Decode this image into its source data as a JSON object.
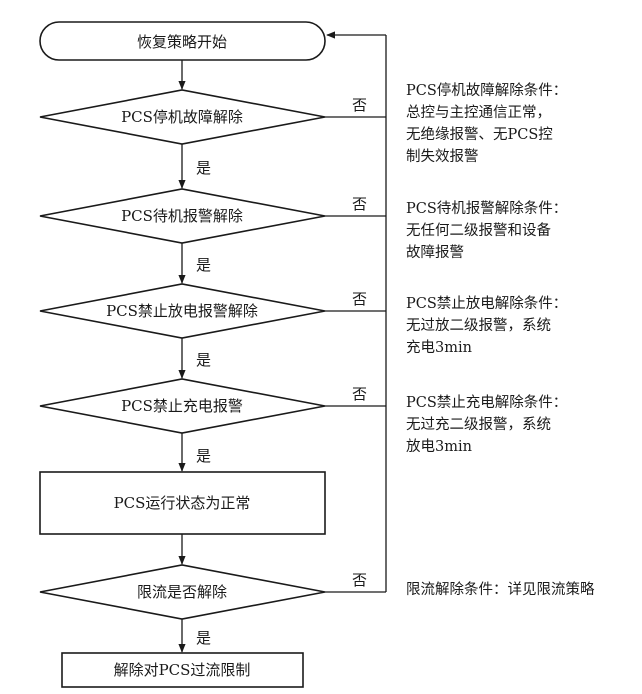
{
  "nodes": {
    "start": "恢复策略开始",
    "d1": "PCS停机故障解除",
    "d2": "PCS待机报警解除",
    "d3": "PCS禁止放电报警解除",
    "d4": "PCS禁止充电报警",
    "p1": "PCS运行状态为正常",
    "d5": "限流是否解除",
    "end": "解除对PCS过流限制"
  },
  "edges": {
    "yes": "是",
    "no": "否"
  },
  "notes": {
    "n1": [
      "PCS停机故障解除条件：",
      "总控与主控通信正常，",
      "无绝缘报警、无PCS控",
      "制失效报警"
    ],
    "n2": [
      "PCS待机报警解除条件：",
      "无任何二级报警和设备",
      "故障报警"
    ],
    "n3": [
      "PCS禁止放电解除条件：",
      "无过放二级报警，系统",
      "充电3min"
    ],
    "n4": [
      "PCS禁止充电解除条件：",
      "无过充二级报警，系统",
      "放电3min"
    ],
    "n5": [
      "限流解除条件：详见限流策略"
    ]
  }
}
